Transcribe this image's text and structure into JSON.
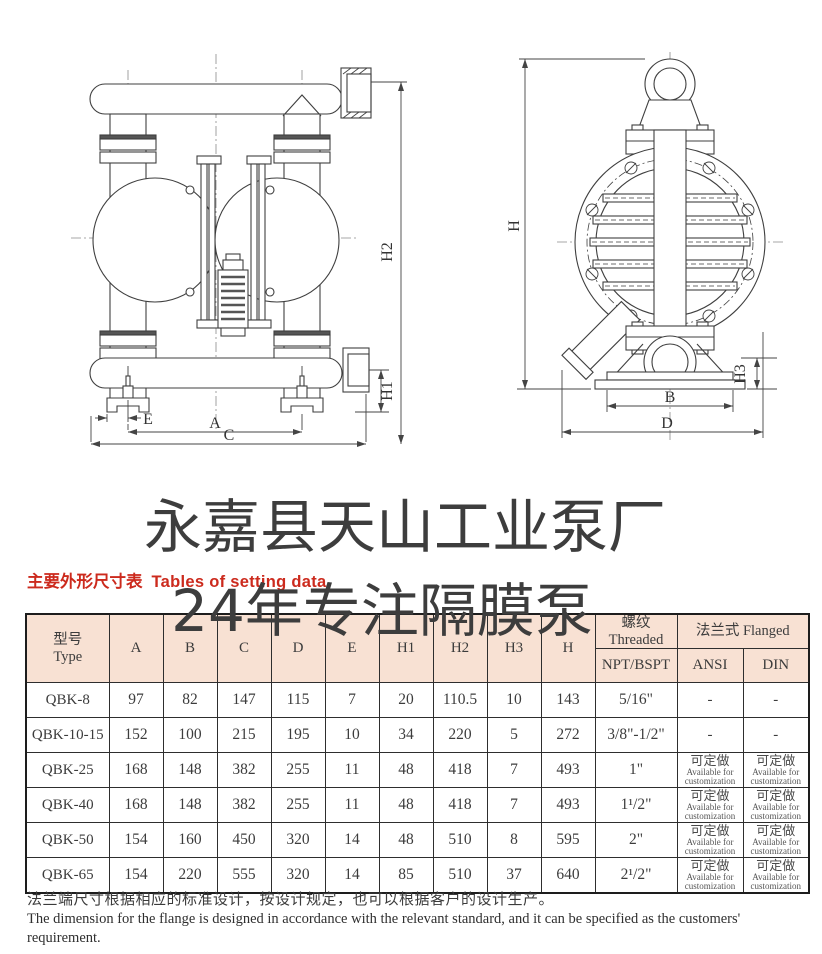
{
  "colors": {
    "accent_red": "#cc2a1d",
    "table_header_bg": "#f8e1d3",
    "watermark_gray": "#3d3d3d",
    "line_gray": "#3f3f3f"
  },
  "watermark": {
    "line1": "永嘉县天山工业泵厂",
    "line2": "24年专注隔膜泵"
  },
  "section_heading": {
    "zh": "主要外形尺寸表",
    "en": "Tables of setting data"
  },
  "drawings": {
    "front": {
      "name": "pump front view with dimension lines",
      "labels": {
        "e": "E",
        "a": "A",
        "c": "C",
        "h1": "H1",
        "h2": "H2"
      }
    },
    "side": {
      "name": "pump side view with dimension lines",
      "labels": {
        "h": "H",
        "h3": "H3",
        "b": "B",
        "d": "D"
      }
    }
  },
  "table": {
    "header": {
      "type_zh": "型号",
      "type_en": "Type",
      "dim_cols": [
        "A",
        "B",
        "C",
        "D",
        "E",
        "H1",
        "H2",
        "H3",
        "H"
      ],
      "threaded_zh": "螺纹",
      "threaded_en": "Threaded",
      "threaded_sub": "NPT/BSPT",
      "flanged_zh": "法兰式",
      "flanged_en": "Flanged",
      "flanged_subs": [
        "ANSI",
        "DIN"
      ]
    },
    "custom_cell": {
      "zh": "可定做",
      "en1": "Available for",
      "en2": "customization"
    },
    "rows": [
      {
        "type": "QBK-8",
        "dims": [
          "97",
          "82",
          "147",
          "115",
          "7",
          "20",
          "110.5",
          "10",
          "143"
        ],
        "npt": "5/16\"",
        "ansi": "-",
        "din": "-"
      },
      {
        "type": "QBK-10-15",
        "dims": [
          "152",
          "100",
          "215",
          "195",
          "10",
          "34",
          "220",
          "5",
          "272"
        ],
        "npt": "3/8\"-1/2\"",
        "ansi": "-",
        "din": "-"
      },
      {
        "type": "QBK-25",
        "dims": [
          "168",
          "148",
          "382",
          "255",
          "11",
          "48",
          "418",
          "7",
          "493"
        ],
        "npt": "1\"",
        "ansi": "custom",
        "din": "custom"
      },
      {
        "type": "QBK-40",
        "dims": [
          "168",
          "148",
          "382",
          "255",
          "11",
          "48",
          "418",
          "7",
          "493"
        ],
        "npt": "1¹/2\"",
        "ansi": "custom",
        "din": "custom"
      },
      {
        "type": "QBK-50",
        "dims": [
          "154",
          "160",
          "450",
          "320",
          "14",
          "48",
          "510",
          "8",
          "595"
        ],
        "npt": "2\"",
        "ansi": "custom",
        "din": "custom"
      },
      {
        "type": "QBK-65",
        "dims": [
          "154",
          "220",
          "555",
          "320",
          "14",
          "85",
          "510",
          "37",
          "640"
        ],
        "npt": "2¹/2\"",
        "ansi": "custom",
        "din": "custom"
      }
    ]
  },
  "notes": {
    "zh": "法兰端尺寸根据相应的标准设计，按设计规定，也可以根据客户的设计生产。",
    "en": "The dimension for the flange is designed in accordance with the relevant standard, and it can be specified as the customers' requirement."
  }
}
